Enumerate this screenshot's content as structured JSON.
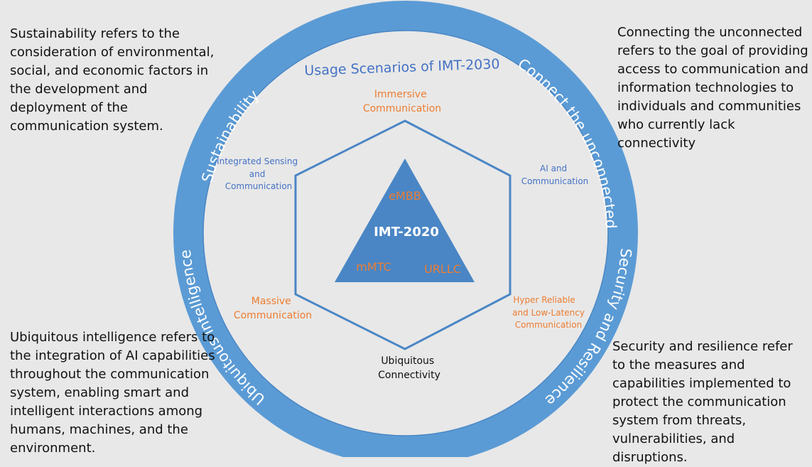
{
  "ring": {
    "title": "Usage Scenarios of IMT-2030",
    "arc_labels": {
      "top_left": "Sustainability",
      "top_right": "Connect the unconnected",
      "bottom_right": "Security and Resilience",
      "bottom_left": "Ubiquitous intelligence"
    }
  },
  "hexagon_labels": {
    "top": [
      "Immersive",
      "Communication"
    ],
    "upper_right": [
      "AI and",
      "Communication"
    ],
    "lower_right": [
      "Hyper Reliable",
      "and Low-Latency",
      "Communication"
    ],
    "bottom": [
      "Ubiquitous",
      "Connectivity"
    ],
    "lower_left": [
      "Massive",
      "Communication"
    ],
    "upper_left": [
      "Integrated Sensing",
      "and",
      "Communication"
    ]
  },
  "triangle": {
    "center": "IMT-2020",
    "top": "eMBB",
    "bottom_left": "mMTC",
    "bottom_right": "URLLC"
  },
  "notes": {
    "top_left": "Sustainability refers to the consideration of environmental, social, and economic factors in the development and deployment of the communication system.",
    "top_right": "Connecting the unconnected refers to the goal of providing access to communication and information technologies to individuals and communities who currently lack connectivity",
    "bottom_left": "Ubiquitous intelligence refers to the integration of AI capabilities throughout the communication system, enabling smart and intelligent interactions among humans, machines, and the environment.",
    "bottom_right": "Security and resilience refer to the measures and capabilities implemented to protect the communication system from threats, vulnerabilities, and disruptions."
  },
  "colors": {
    "ring": "#5b9bd5",
    "blue_text": "#4472c4",
    "orange_text": "#ed7d31",
    "hexagon_stroke": "#4a86c5",
    "triangle_fill": "#4a86c5",
    "ring_label": "#ffffff",
    "background": "#e8e8e8"
  }
}
